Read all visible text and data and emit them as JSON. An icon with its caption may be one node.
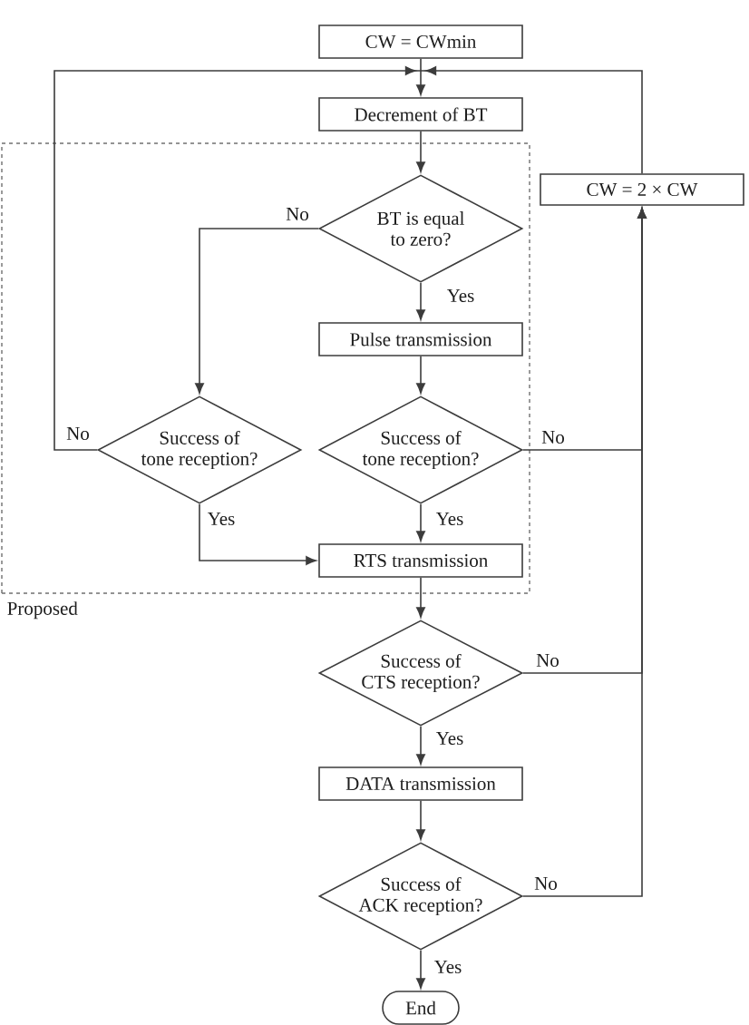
{
  "diagram": {
    "nodes": [
      {
        "text": [
          "CW = CWmin"
        ]
      },
      {
        "text": [
          "Decrement of BT"
        ]
      },
      {
        "text": [
          "Proposed"
        ]
      },
      {
        "text": [
          "BT is equal to zero?"
        ],
        "in": 2
      },
      {
        "text": [
          "CW = 2 × CW"
        ]
      },
      {
        "text": [
          "Pulse transmission"
        ],
        "in": 2
      },
      {
        "text": [
          "Success of tone reception?"
        ],
        "in": 2
      },
      {
        "text": [
          "Success of tone reception?"
        ],
        "in": 2
      },
      {
        "text": [
          "RTS transmission"
        ],
        "in": 2
      },
      {
        "text": [
          "Success of CTS reception?"
        ]
      },
      {
        "text": [
          "DATA transmission"
        ]
      },
      {
        "text": [
          "Success of ACK reception?"
        ]
      },
      {
        "text": [
          "End"
        ]
      }
    ],
    "edges": [
      {
        "from": 0,
        "to": 1,
        "arrow": "to"
      },
      {
        "from": 1,
        "to": 3,
        "arrow": "to"
      },
      {
        "from": 3,
        "to": 6,
        "arrow": "to",
        "label": "No"
      },
      {
        "from": 3,
        "to": 5,
        "arrow": "to",
        "label": "Yes"
      },
      {
        "from": 5,
        "to": 7,
        "arrow": "to"
      },
      {
        "from": 6,
        "to": 1,
        "arrow": "to",
        "label": "No"
      },
      {
        "from": 6,
        "to": 8,
        "arrow": "to",
        "label": "Yes"
      },
      {
        "from": 7,
        "to": 8,
        "arrow": "to",
        "label": "Yes"
      },
      {
        "from": 7,
        "to": 4,
        "arrow": "to",
        "label": "No"
      },
      {
        "from": 4,
        "to": 1,
        "arrow": "to"
      },
      {
        "from": 8,
        "to": 9,
        "arrow": "to"
      },
      {
        "from": 9,
        "to": 4,
        "arrow": "to",
        "label": "No"
      },
      {
        "from": 9,
        "to": 10,
        "arrow": "to",
        "label": "Yes"
      },
      {
        "from": 10,
        "to": 11,
        "arrow": "to"
      },
      {
        "from": 11,
        "to": 4,
        "arrow": "to",
        "label": "No"
      },
      {
        "from": 11,
        "to": 12,
        "arrow": "to",
        "label": "Yes"
      }
    ]
  }
}
